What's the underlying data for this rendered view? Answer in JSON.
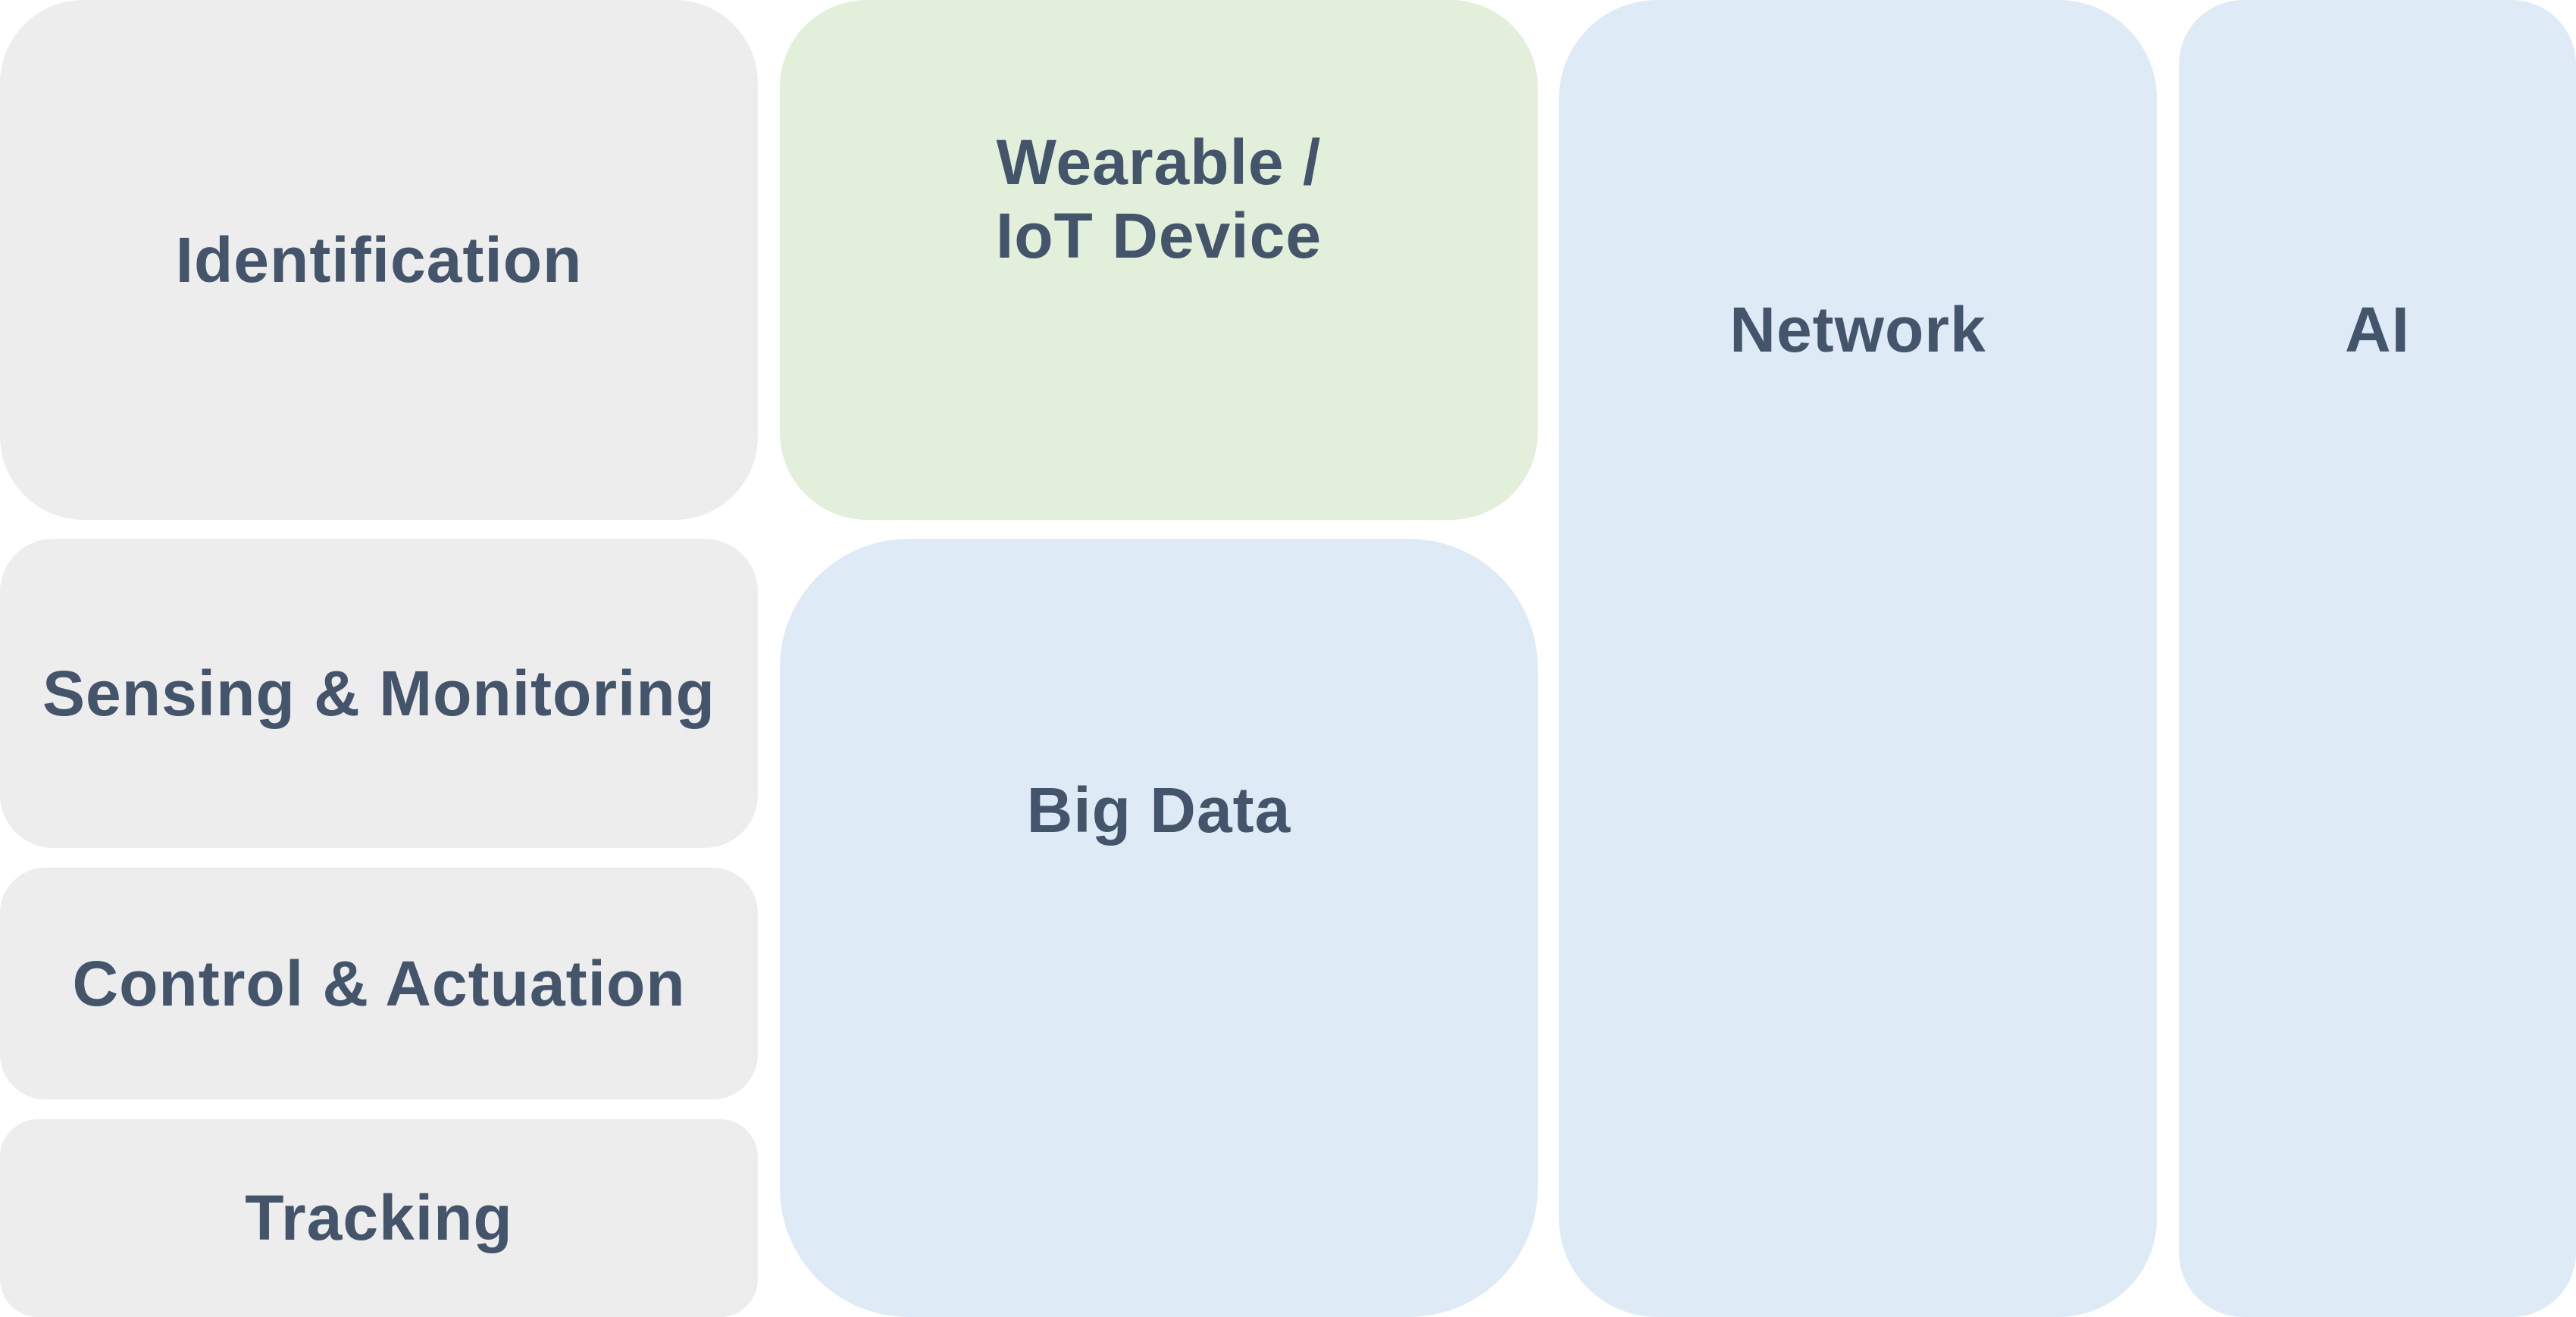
{
  "diagram": {
    "blocks": [
      {
        "id": "identification",
        "label": "Identification",
        "color": "#ededed"
      },
      {
        "id": "sensing",
        "label": "Sensing & Monitoring",
        "color": "#ededed"
      },
      {
        "id": "control",
        "label": "Control & Actuation",
        "color": "#ededed"
      },
      {
        "id": "tracking",
        "label": "Tracking",
        "color": "#ededed"
      },
      {
        "id": "wearable",
        "label": "Wearable /\nIoT Device",
        "color": "#e2efda"
      },
      {
        "id": "bigdata",
        "label": "Big Data",
        "color": "#deebf7"
      },
      {
        "id": "network",
        "label": "Network",
        "color": "#deebf7"
      },
      {
        "id": "ai",
        "label": "AI",
        "color": "#deebf7"
      }
    ],
    "text_color": "#44546a"
  }
}
